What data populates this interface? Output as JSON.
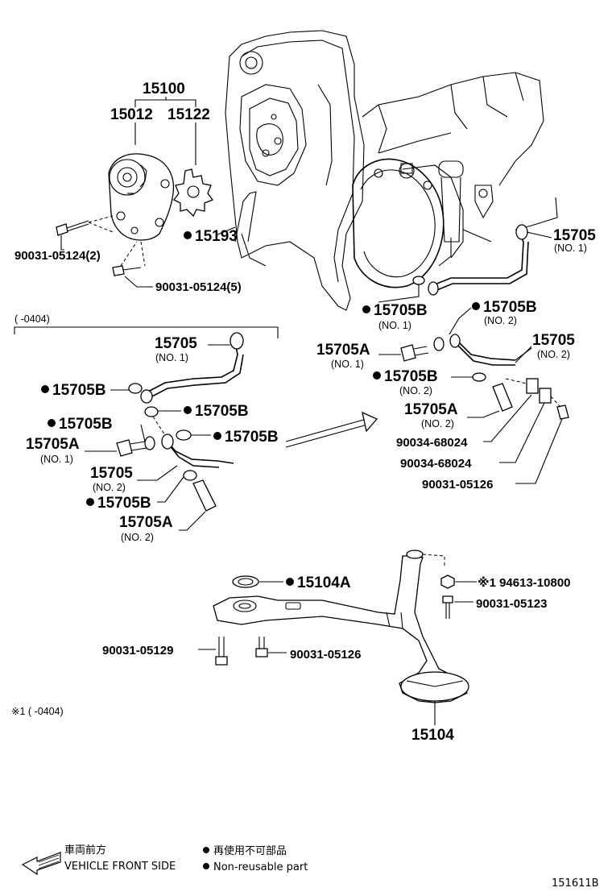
{
  "diagram_id": "151611B",
  "labels": {
    "p15100": "15100",
    "p15012": "15012",
    "p15122": "15122",
    "p15193": "15193",
    "b90031_05124_2": "90031-05124(2)",
    "b90031_05124_5": "90031-05124(5)",
    "p15705_top": "15705",
    "p15705_top_no": "(NO. 1)",
    "p15705B_no1": "15705B",
    "p15705B_no1_sub": "(NO. 1)",
    "p15705B_no2_top": "15705B",
    "p15705B_no2_top_sub": "(NO. 2)",
    "p15705A_no1_r": "15705A",
    "p15705A_no1_r_sub": "(NO. 1)",
    "p15705_no2_r": "15705",
    "p15705_no2_r_sub": "(NO. 2)",
    "p15705B_no2_mid": "15705B",
    "p15705B_no2_mid_sub": "(NO. 2)",
    "p15705A_no2_r": "15705A",
    "p15705A_no2_r_sub": "(NO. 2)",
    "p90034_a": "90034-68024",
    "p90034_b": "90034-68024",
    "p90031_05126_r": "90031-05126",
    "inset_range": "(        -0404)",
    "i15705": "15705",
    "i15705_no": "(NO. 1)",
    "i15705B_a": "15705B",
    "i15705B_b": "15705B",
    "i15705B_c": "15705B",
    "i15705B_d": "15705B",
    "i15705B_e": "15705B",
    "i15705A_1": "15705A",
    "i15705A_1_no": "(NO. 1)",
    "i15705_2": "15705",
    "i15705_2_no": "(NO. 2)",
    "i15705A_2": "15705A",
    "i15705A_2_no": "(NO. 2)",
    "p15104A": "15104A",
    "p94613": "※1  94613-10800",
    "p90031_05123": "90031-05123",
    "p90031_05129": "90031-05129",
    "p90031_05126": "90031-05126",
    "p15104": "15104",
    "footnote": "※1  (        -0404)"
  },
  "legend": {
    "arrow_jp": "車両前方",
    "arrow_en": "VEHICLE FRONT SIDE",
    "dot_jp": "再使用不可部品",
    "dot_en": "Non-reusable part"
  }
}
